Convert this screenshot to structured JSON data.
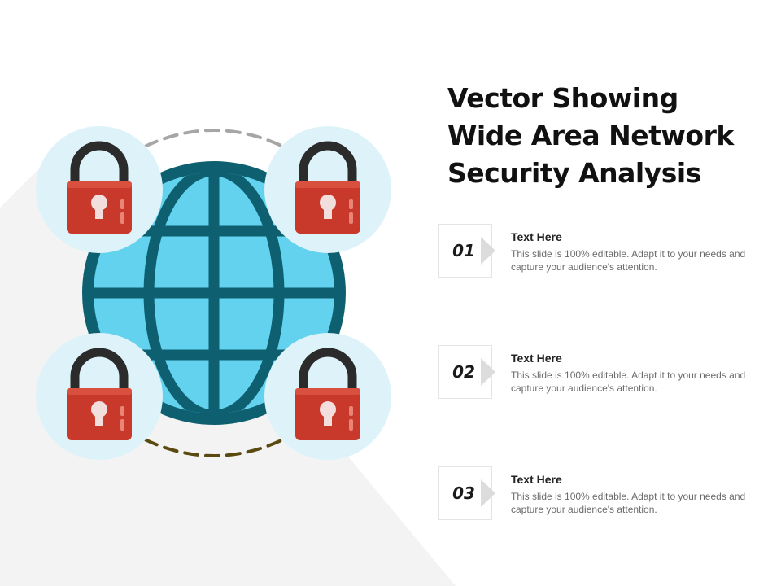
{
  "slide": {
    "title": "Vector Showing\nWide Area Network\nSecurity Analysis"
  },
  "items": [
    {
      "number": "01",
      "heading": "Text Here",
      "body": "This slide is 100% editable. Adapt it to your needs and capture your audience's attention."
    },
    {
      "number": "02",
      "heading": "Text Here",
      "body": "This slide is 100% editable. Adapt it to your needs and capture your audience's attention."
    },
    {
      "number": "03",
      "heading": "Text Here",
      "body": "This slide is 100% editable. Adapt it to your needs and capture your audience's attention."
    }
  ],
  "icons": {
    "globe": "globe-icon",
    "lock": "padlock-icon",
    "chevron": "chevron-right-icon"
  },
  "colors": {
    "globe_fill": "#62d2ee",
    "globe_stroke": "#0e5f70",
    "lock_body": "#c9392b",
    "lock_shackle": "#2b2b2b",
    "lock_badge": "#ddf3f9",
    "shadow": "#f2f2f2",
    "dash_top": "#a6a6a6",
    "dash_bottom": "#5a4a10"
  }
}
